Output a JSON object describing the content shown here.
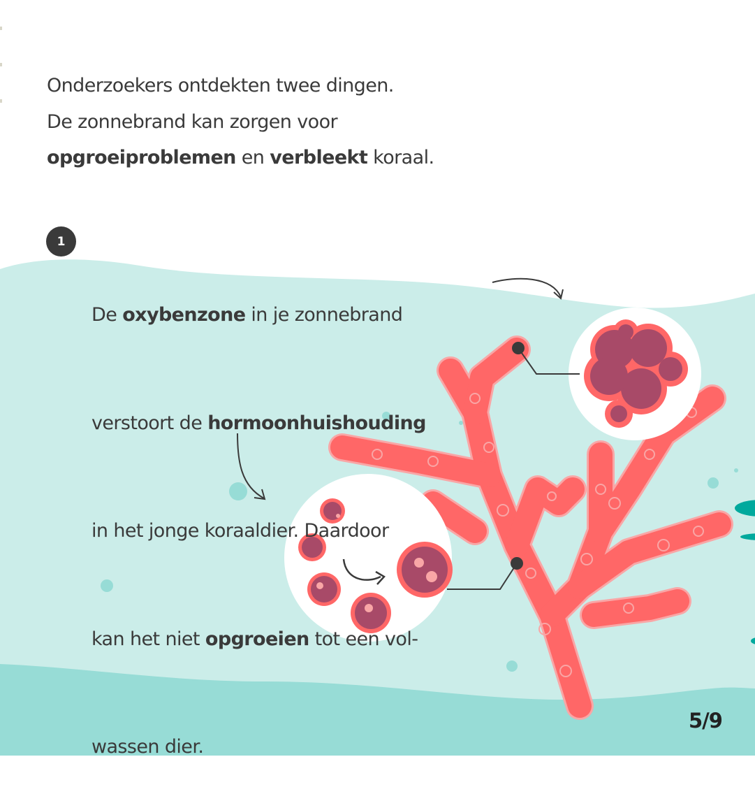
{
  "intro": {
    "lines": [
      [
        {
          "t": "Onderzoekers ontdekten twee dingen.",
          "b": false
        }
      ],
      [
        {
          "t": "De zonnebrand kan zorgen voor",
          "b": false
        }
      ],
      [
        {
          "t": "opgroeiproblemen",
          "b": true
        },
        {
          "t": " en ",
          "b": false
        },
        {
          "t": "verbleekt",
          "b": true
        },
        {
          "t": " koraal.",
          "b": false
        }
      ]
    ]
  },
  "step": {
    "number": "1",
    "lines": [
      [
        {
          "t": "De ",
          "b": false
        },
        {
          "t": "oxybenzone",
          "b": true
        },
        {
          "t": " in je zonnebrand",
          "b": false
        }
      ],
      [
        {
          "t": "verstoort de ",
          "b": false
        },
        {
          "t": "hormoonhuishouding",
          "b": true
        }
      ],
      [
        {
          "t": "in het jonge koraaldier. Daardoor",
          "b": false
        }
      ],
      [
        {
          "t": "kan het niet ",
          "b": false
        },
        {
          "t": "opgroeien",
          "b": true
        },
        {
          "t": " tot een vol-",
          "b": false
        }
      ],
      [
        {
          "t": "wassen dier.",
          "b": false
        }
      ]
    ]
  },
  "pager": "5/9",
  "colors": {
    "water": "#cbede9",
    "seabed": "#97dcd6",
    "coral": "#ff6767",
    "coral_outline": "#f9a6a6",
    "cell": "#a84a68",
    "seaweed": "#00a99d",
    "text": "#3a3a3a"
  }
}
